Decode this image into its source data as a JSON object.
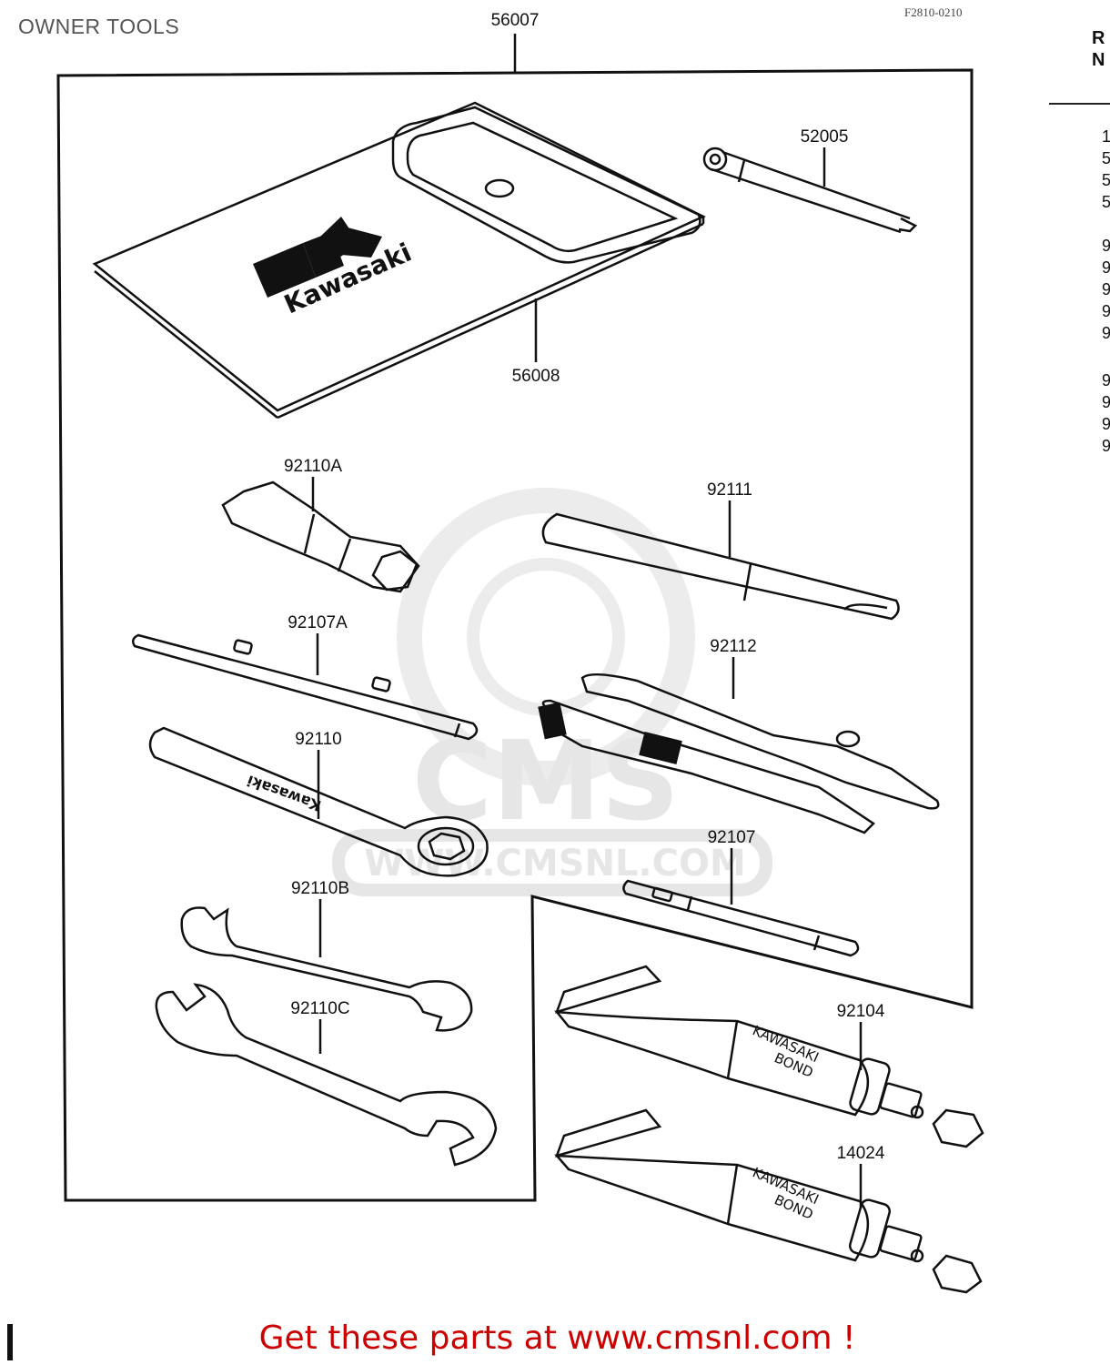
{
  "page": {
    "title": "OWNER TOOLS",
    "diagram_code": "F2810-0210",
    "footer": "Get these parts at www.cmsnl.com !",
    "right_column_header": [
      "R",
      "N"
    ],
    "right_column_fragments": [
      "1",
      "5",
      "5",
      "5",
      "9",
      "9",
      "9",
      "9",
      "9",
      "9",
      "9",
      "9",
      "9"
    ]
  },
  "watermark": {
    "brand": "CMS",
    "url": "WWW.CMSNL.COM"
  },
  "part_labels": {
    "p56007": "56007",
    "p52005": "52005",
    "p56008": "56008",
    "p92110A": "92110A",
    "p92111": "92111",
    "p92107A": "92107A",
    "p92112": "92112",
    "p92110": "92110",
    "p92107": "92107",
    "p92110B": "92110B",
    "p92110C": "92110C",
    "p92104": "92104",
    "p14024": "14024"
  },
  "printed_text": {
    "pouch_brand": "Kawasaki",
    "tube_text_line1": "KAWASAKI",
    "tube_text_line2": "BOND",
    "wrench_text": "Kawasaki"
  }
}
